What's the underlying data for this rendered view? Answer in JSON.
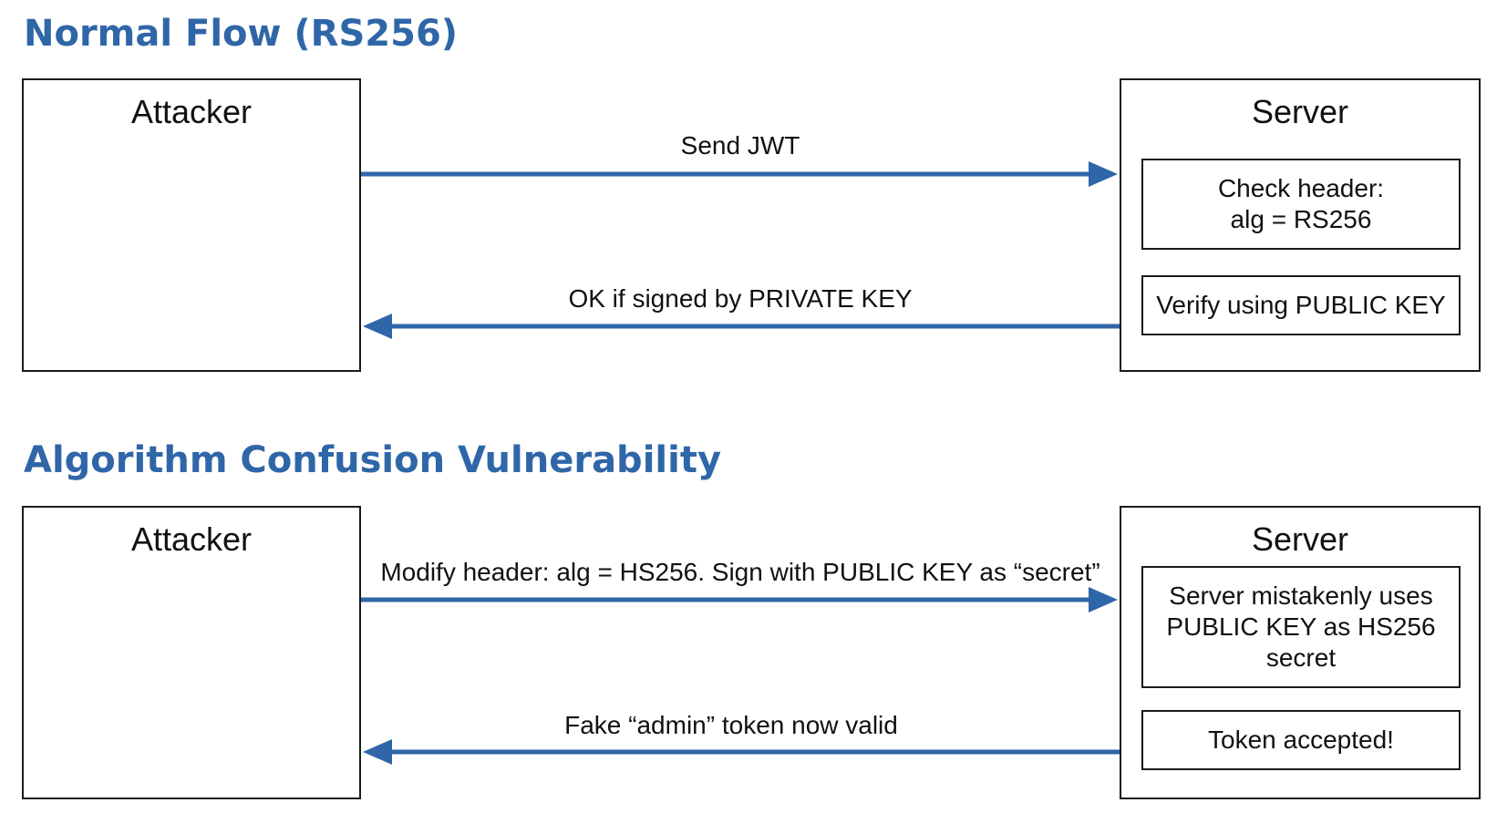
{
  "sections": [
    {
      "title": "Normal Flow (RS256)",
      "attacker": {
        "label": "Attacker"
      },
      "server": {
        "label": "Server",
        "steps": [
          "Check header:\nalg = RS256",
          "Verify using PUBLIC KEY"
        ]
      },
      "request": {
        "label": "Send JWT"
      },
      "response": {
        "label": "OK if signed by PRIVATE KEY"
      }
    },
    {
      "title": "Algorithm Confusion Vulnerability",
      "attacker": {
        "label": "Attacker"
      },
      "server": {
        "label": "Server",
        "steps": [
          "Server mistakenly uses\nPUBLIC KEY as HS256\nsecret",
          "Token accepted!"
        ]
      },
      "request": {
        "label": "Modify header: alg = HS256. Sign with PUBLIC KEY as “secret”"
      },
      "response": {
        "label": "Fake “admin” token now valid"
      }
    }
  ],
  "colors": {
    "accent": "#2f66a8",
    "border": "#1a1a1a",
    "text": "#111111"
  }
}
